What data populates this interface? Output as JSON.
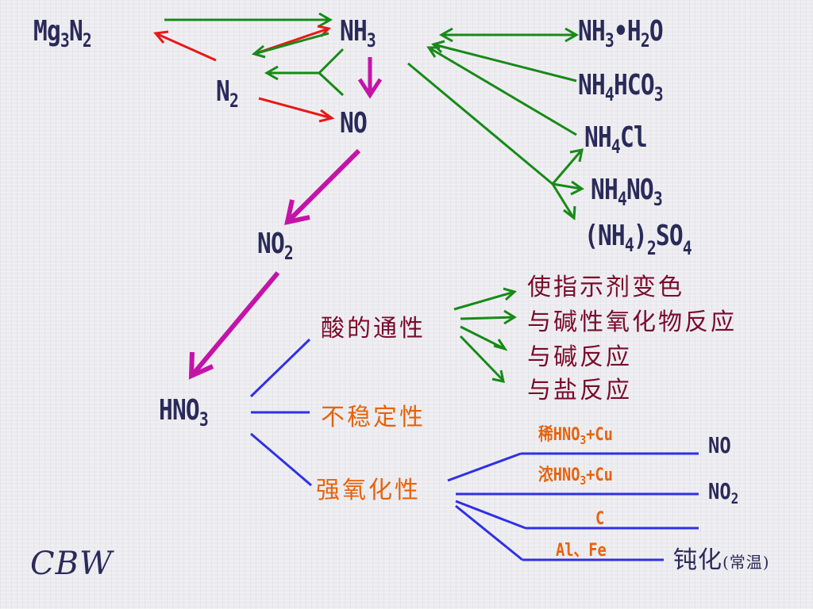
{
  "colors": {
    "green": "#178a17",
    "red": "#e81818",
    "magenta": "#c414a8",
    "blue": "#2f2fe8",
    "maroon": "#7a0a2a",
    "orange": "#e8620a",
    "formula": "#2a2a5a"
  },
  "nodes": {
    "mg3n2": {
      "p1": "Mg",
      "s1": "3",
      "p2": "N",
      "s2": "2"
    },
    "nh3": {
      "p1": "NH",
      "s1": "3"
    },
    "n2": {
      "p1": "N",
      "s1": "2"
    },
    "no": {
      "p1": "NO"
    },
    "no2": {
      "p1": "NO",
      "s1": "2"
    },
    "hno3": {
      "p1": "HNO",
      "s1": "3"
    },
    "nh3h2o": {
      "p1": "NH",
      "s1": "3",
      "p2": "•H",
      "s2": "2",
      "p3": "O"
    },
    "nh4hco3": {
      "p1": "NH",
      "s1": "4",
      "p2": "HCO",
      "s2": "3"
    },
    "nh4cl": {
      "p1": "NH",
      "s1": "4",
      "p2": "Cl"
    },
    "nh4no3": {
      "p1": "NH",
      "s1": "4",
      "p2": "NO",
      "s2": "3"
    },
    "nh42so4": {
      "p1": "(NH",
      "s1": "4",
      "p2": ")",
      "s2": "2",
      "p3": "SO",
      "s3": "4"
    }
  },
  "properties": {
    "acid": "酸的通性",
    "unstable": "不稳定性",
    "oxidizing": "强氧化性"
  },
  "acid_items": [
    "使指示剂变色",
    "与碱性氧化物反应",
    "与碱反应",
    "与盐反应"
  ],
  "reactions": {
    "dilute": {
      "p1": "稀HNO",
      "s1": "3",
      "p2": "+Cu"
    },
    "conc": {
      "p1": "浓HNO",
      "s1": "3",
      "p2": "+Cu"
    },
    "carbon": "C",
    "metals": "Al、Fe"
  },
  "products": {
    "dilute": {
      "p1": "NO"
    },
    "conc": {
      "p1": "NO",
      "s1": "2"
    },
    "passivation": "钝化",
    "passivation_note": "(常温)"
  },
  "brand": "CBW"
}
